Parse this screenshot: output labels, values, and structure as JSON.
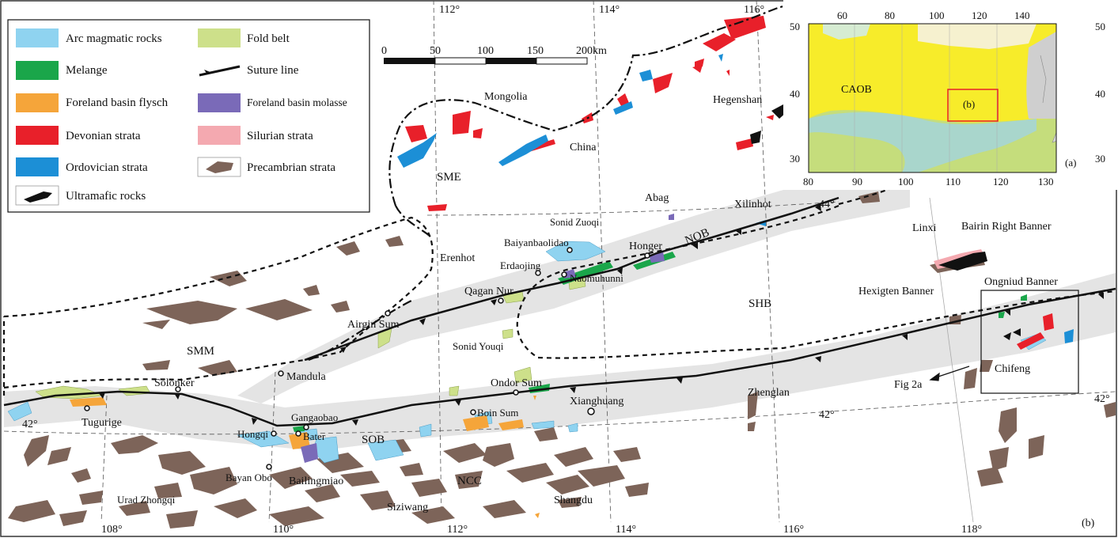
{
  "legend": {
    "left_items": [
      {
        "id": "arc",
        "label": "Arc magmatic rocks",
        "color": "#8fd3f0"
      },
      {
        "id": "melange",
        "label": "Melange",
        "color": "#1aa64a"
      },
      {
        "id": "flysch",
        "label": "Foreland basin flysch",
        "color": "#f5a53a"
      },
      {
        "id": "devonian",
        "label": "Devonian strata",
        "color": "#e8202a"
      },
      {
        "id": "ordovician",
        "label": "Ordovician strata",
        "color": "#1c8fd6"
      },
      {
        "id": "ultramafic",
        "label": "Ultramafic rocks",
        "color": "#111111"
      }
    ],
    "right_items": [
      {
        "id": "fold",
        "label": "Fold belt",
        "color": "#cde08a"
      },
      {
        "id": "suture",
        "label": "Suture line",
        "color": "#111111"
      },
      {
        "id": "molasse",
        "label": "Foreland basin molasse",
        "color": "#7a6ab8"
      },
      {
        "id": "silurian",
        "label": "Silurian strata",
        "color": "#f4a9b0"
      },
      {
        "id": "precambrian",
        "label": "Precambrian strata",
        "color": "#7d6459"
      }
    ]
  },
  "scale_bar": {
    "ticks": [
      "0",
      "50",
      "100",
      "150",
      "200km"
    ]
  },
  "graticule": {
    "top_lon": [
      "112°",
      "114°",
      "116°"
    ],
    "bottom_lon": [
      "108°",
      "110°",
      "112°",
      "114°",
      "116°",
      "118°"
    ],
    "lat_left": "42°",
    "lat_mid": "42°",
    "lat_right": "42°",
    "lat_top": "44°"
  },
  "places": {
    "mongolia": "Mongolia",
    "china": "China",
    "hegenshan": "Hegenshan",
    "sme": "SME",
    "abag": "Abag",
    "xilinhot": "Xilinhot",
    "sonid_zuoqi": "Sonid Zuoqi",
    "baiyanbaolidao": "Baiyanbaolidao",
    "honger": "Honger",
    "nob": "NOB",
    "linxi": "Linxi",
    "bairin": "Bairin  Right Banner",
    "erenhot": "Erenhot",
    "erdaojing": "Erdaojing",
    "naomuhunni": "Naomuhunni",
    "hexigten": "Hexigten  Banner",
    "ongniud": "Ongniud Banner",
    "qagan_nur": "Qagan Nur",
    "shb": "SHB",
    "airgin_sum": "Airgin Sum",
    "smm": "SMM",
    "sonid_youqi": "Sonid Youqi",
    "mandula": "Mandula",
    "solonker": "Solonker",
    "chifeng": "Chifeng",
    "ondor_sum": "Ondor Sum",
    "fig2a": "Fig 2a",
    "zhenglan": "Zhenglan",
    "xianghuang": "Xianghuang",
    "tugurige": "Tugurige",
    "gangaobao": "Gangaobao",
    "boin_sum": "Boin Sum",
    "hongqi": "Hongqi",
    "bater": "Bater",
    "sob": "SOB",
    "bayan_obo": "Bayan Obo",
    "bailingmiao": "Bailingmiao",
    "ncc": "NCC",
    "urad_zhongqi": "Urad Zhongqi",
    "siziwang": "Siziwang",
    "shangdu": "Shangdu",
    "panel_b": "(b)"
  },
  "inset": {
    "top_ticks": [
      "60",
      "80",
      "100",
      "120",
      "140"
    ],
    "bottom_ticks": [
      "80",
      "90",
      "100",
      "110",
      "120",
      "130"
    ],
    "left_ticks": [
      "50",
      "40",
      "30"
    ],
    "right_ticks": [
      "50",
      "40",
      "30"
    ],
    "caob": "CAOB",
    "box_label": "(b)",
    "panel_label": "(a)",
    "colors": {
      "caob": "#f7ec2a",
      "green": "#c5dd7c",
      "teal": "#a9d6cc",
      "gray": "#cfcfcf",
      "cream": "#f6f1cf",
      "mint": "#d6ecd2",
      "box": "#e8202a"
    }
  }
}
